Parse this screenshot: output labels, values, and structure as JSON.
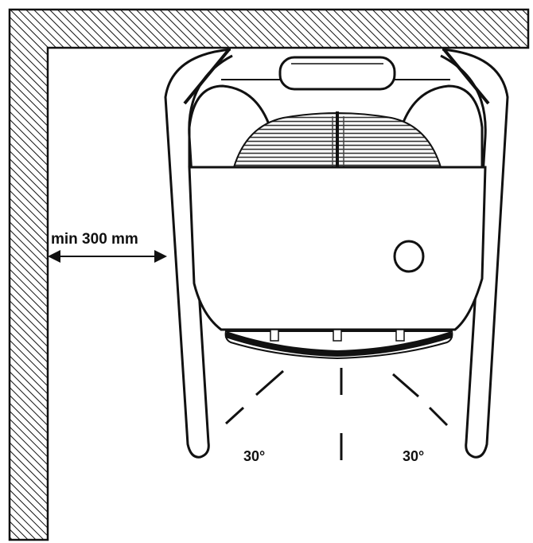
{
  "diagram": {
    "clearance_label": "min 300 mm",
    "angle_left_label": "30°",
    "angle_right_label": "30°"
  },
  "colors": {
    "ink": "#111111",
    "paper": "#ffffff"
  }
}
